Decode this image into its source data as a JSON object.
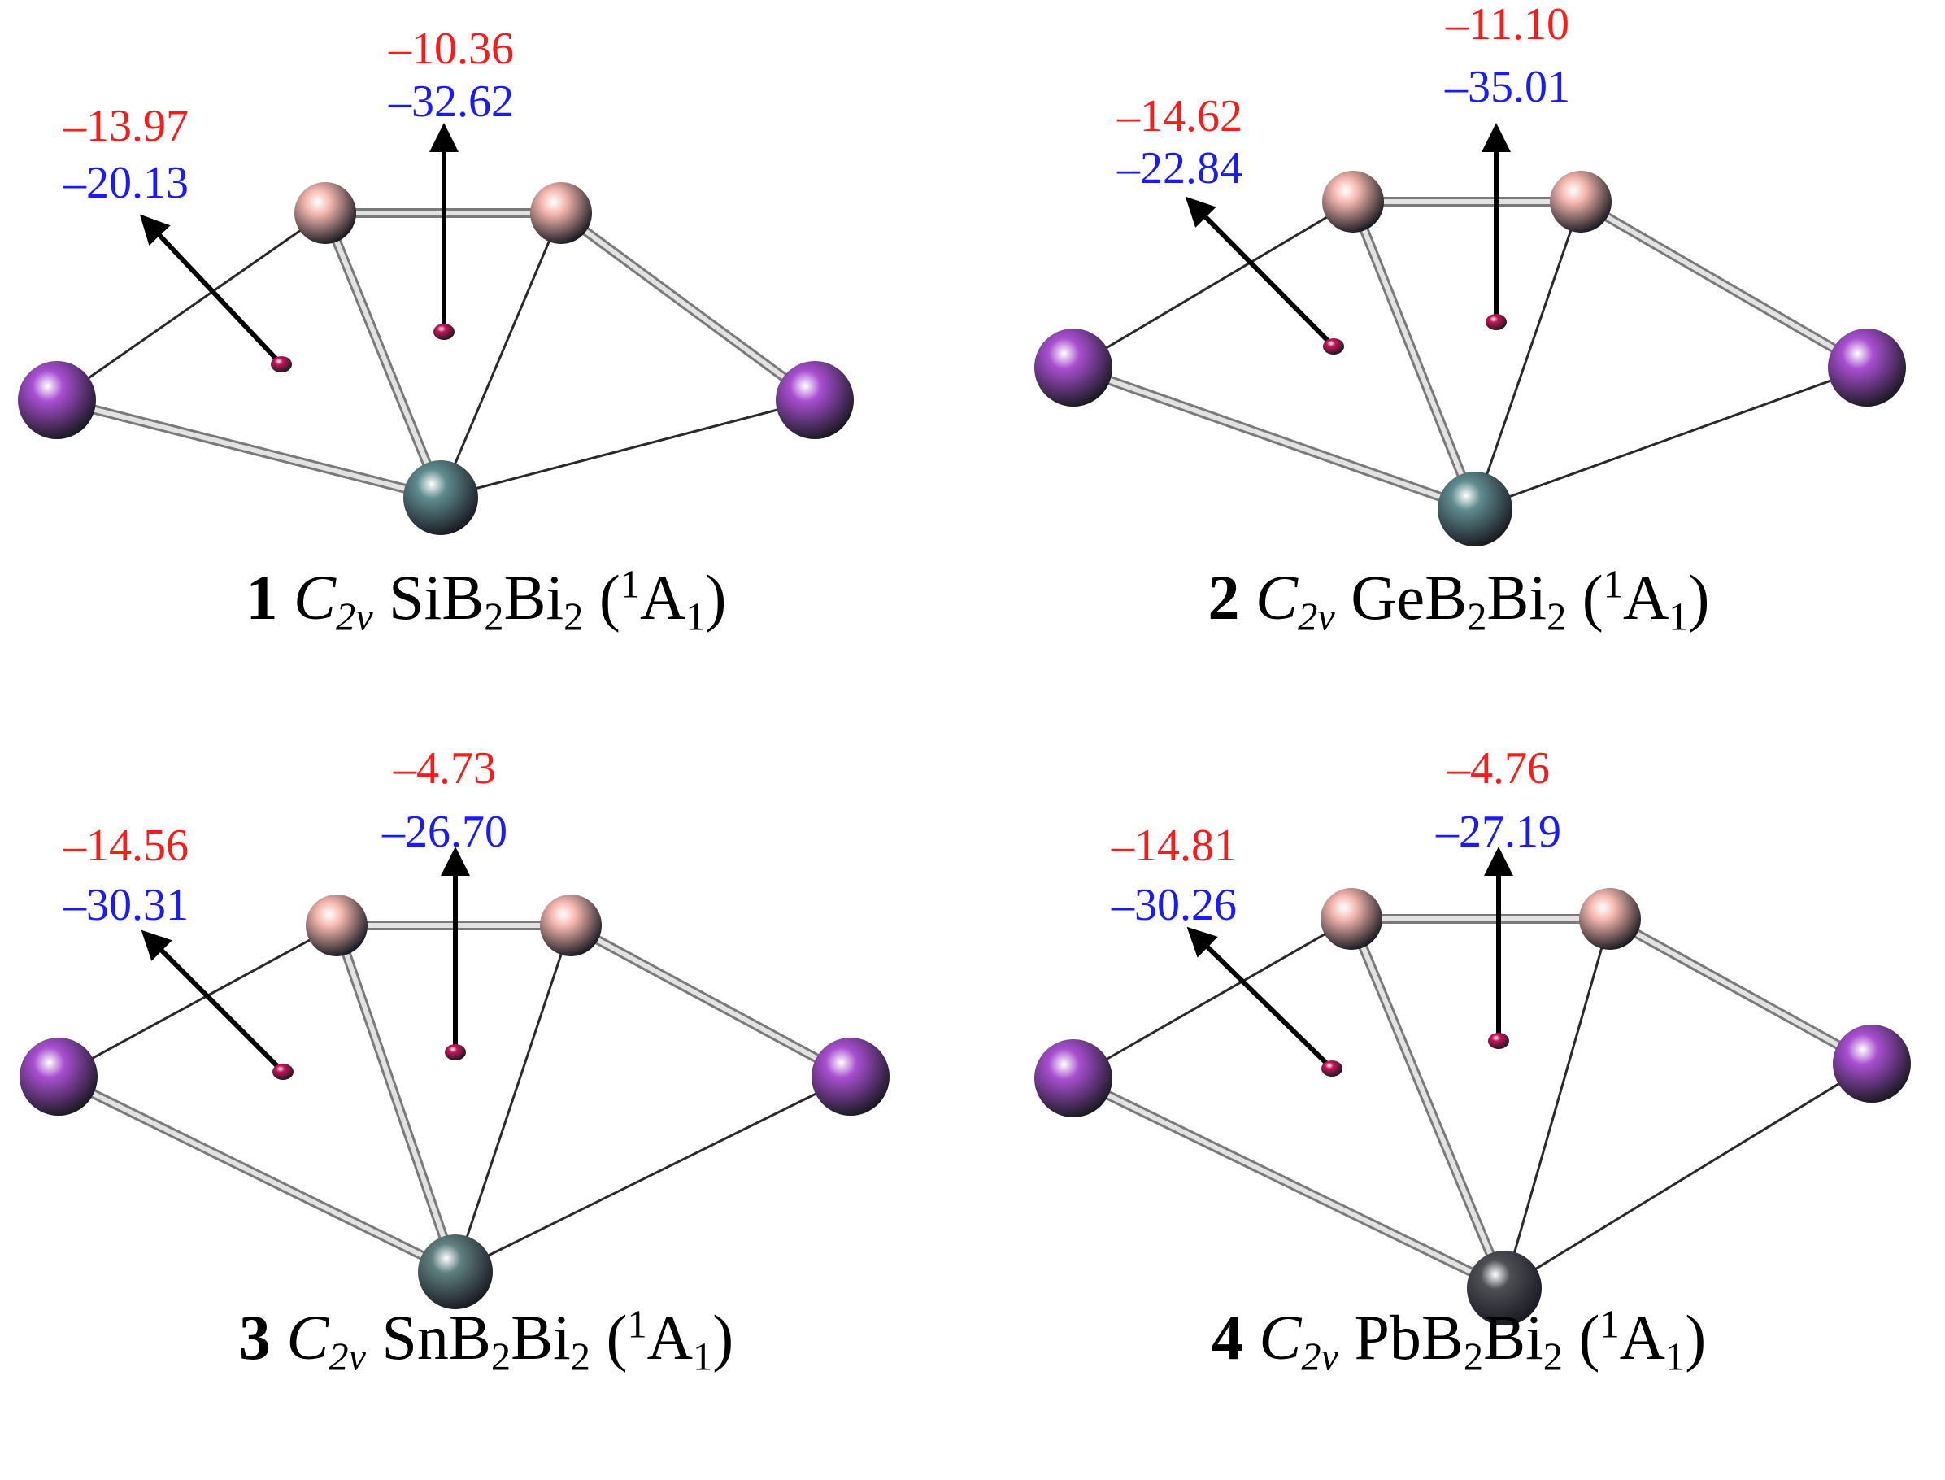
{
  "colors": {
    "sigma_red": "#ff1a1a",
    "pi_blue": "#1a1aff",
    "boron": "#f5b9b0",
    "bismuth": "#a84fd1",
    "Si": "#5f8c8f",
    "Ge": "#5f8c8f",
    "Sn": "#5f8080",
    "Pb": "#4d4f55",
    "ghost": "#c8145a"
  },
  "panels": [
    {
      "number": "1",
      "point_group": "C",
      "point_group_sub": "2v",
      "formula_main": "SiB",
      "formula_sub1": "2",
      "formula_mid": "Bi",
      "formula_sub2": "2",
      "state_sup": "1",
      "state_main": "A",
      "state_sub": "1",
      "central_atom": "Si",
      "left_values": [
        "–13.97",
        "–20.13"
      ],
      "top_values": [
        "–10.36",
        "–32.62"
      ]
    },
    {
      "number": "2",
      "point_group": "C",
      "point_group_sub": "2v",
      "formula_main": "GeB",
      "formula_sub1": "2",
      "formula_mid": "Bi",
      "formula_sub2": "2",
      "state_sup": "1",
      "state_main": "A",
      "state_sub": "1",
      "central_atom": "Ge",
      "left_values": [
        "–14.62",
        "–22.84"
      ],
      "top_values": [
        "–11.10",
        "–35.01"
      ]
    },
    {
      "number": "3",
      "point_group": "C",
      "point_group_sub": "2v",
      "formula_main": "SnB",
      "formula_sub1": "2",
      "formula_mid": "Bi",
      "formula_sub2": "2",
      "state_sup": "1",
      "state_main": "A",
      "state_sub": "1",
      "central_atom": "Sn",
      "left_values": [
        "–14.56",
        "–30.31"
      ],
      "top_values": [
        "–4.73",
        "–26.70"
      ]
    },
    {
      "number": "4",
      "point_group": "C",
      "point_group_sub": "2v",
      "formula_main": "PbB",
      "formula_sub1": "2",
      "formula_mid": "Bi",
      "formula_sub2": "2",
      "state_sup": "1",
      "state_main": "A",
      "state_sub": "1",
      "central_atom": "Pb",
      "left_values": [
        "–14.81",
        "–30.26"
      ],
      "top_values": [
        "–4.76",
        "–27.19"
      ]
    }
  ]
}
